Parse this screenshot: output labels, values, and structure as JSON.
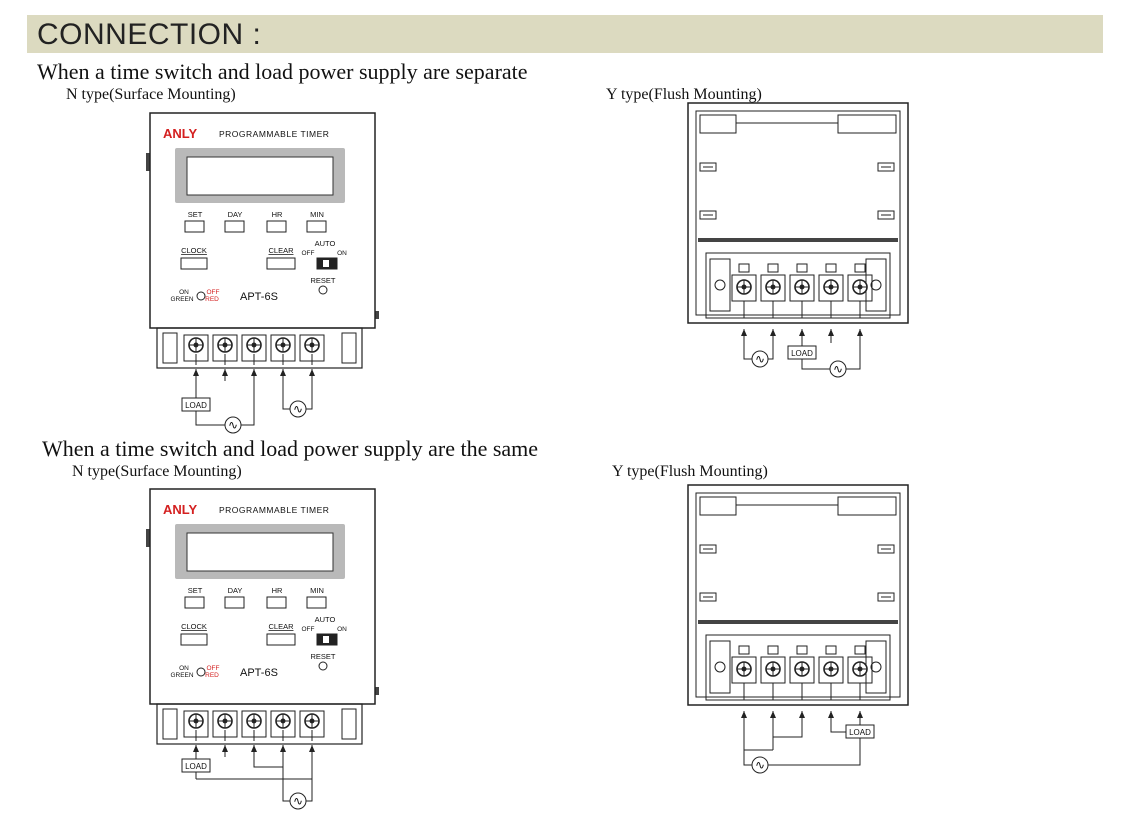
{
  "header": {
    "title": "CONNECTION :"
  },
  "sections": [
    {
      "title": "When a time switch and load power supply are separate",
      "n_label": "N type(Surface Mounting)",
      "y_label": "Y type(Flush Mounting)"
    },
    {
      "title": "When a time switch and load power supply are the same",
      "n_label": "N type(Surface Mounting)",
      "y_label": "Y type(Flush Mounting)"
    }
  ],
  "timer": {
    "brand": "ANLY",
    "product": "PROGRAMMABLE TIMER",
    "model": "APT-6S",
    "buttons": {
      "set": "SET",
      "day": "DAY",
      "hr": "HR",
      "min": "MIN",
      "clock": "CLOCK",
      "clear": "CLEAR"
    },
    "switch": {
      "auto": "AUTO",
      "off": "OFF",
      "on": "ON"
    },
    "reset": "RESET",
    "led": {
      "on": "ON",
      "off": "OFF",
      "green": "GREEN",
      "red": "RED"
    }
  },
  "load_label": "LOAD",
  "ac_symbol": "∿",
  "colors": {
    "header_bg": "#dcdac0",
    "brand": "#d42020",
    "screen": "#b9b9b9",
    "line": "#222222"
  }
}
